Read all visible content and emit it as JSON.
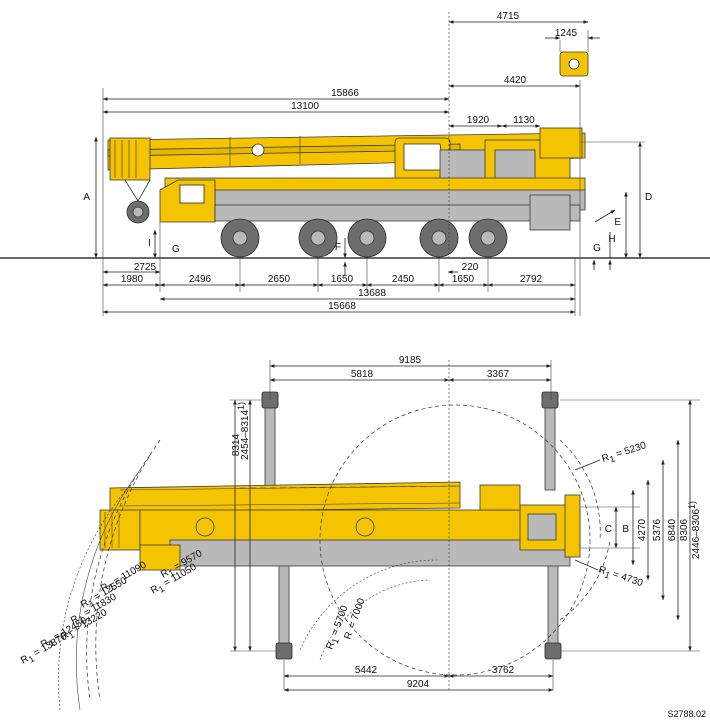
{
  "side_view": {
    "dims_top": {
      "d4715": "4715",
      "d1245": "1245",
      "d4420": "4420",
      "d15866": "15866",
      "d13100": "13100",
      "d1920": "1920",
      "d1130": "1130"
    },
    "letters": {
      "A": "A",
      "I": "I",
      "G_front": "G",
      "F": "F",
      "D": "D",
      "E": "E",
      "H": "H",
      "G_rear": "G"
    },
    "dims_bottom": {
      "d2725": "2725",
      "d220": "220",
      "d1980": "1980",
      "d2496": "2496",
      "d2650": "2650",
      "d1650a": "1650",
      "d2450": "2450",
      "d1650b": "1650",
      "d2792": "2792",
      "d13688": "13688",
      "d15668": "15668"
    }
  },
  "top_view": {
    "dims_top": {
      "d9185": "9185",
      "d5818": "5818",
      "d3367": "3367"
    },
    "dims_left": {
      "d8314": "8314",
      "d2454": "2454–8314",
      "sup1": "1)"
    },
    "radii": {
      "r5230": "5230",
      "r4730": "4730",
      "r9570": "9570",
      "r11050": "11050",
      "r11090": "11090",
      "r12550": "12550",
      "r11830": "11830",
      "r13220": "13220",
      "r12450": "12450",
      "r13870": "13870",
      "r7000": "7000",
      "r5700": "5700",
      "R": "R",
      "sub": "1"
    },
    "dims_right": {
      "C": "C",
      "B": "B",
      "d4270": "4270",
      "d5376": "5376",
      "d6840": "6840",
      "d8306": "8306",
      "d2446": "2446–8306",
      "sup1": "1)"
    },
    "dims_bottom": {
      "d5442": "5442",
      "d3762": "3762",
      "d9204": "9204"
    }
  },
  "drawing_id": "S2788.02"
}
